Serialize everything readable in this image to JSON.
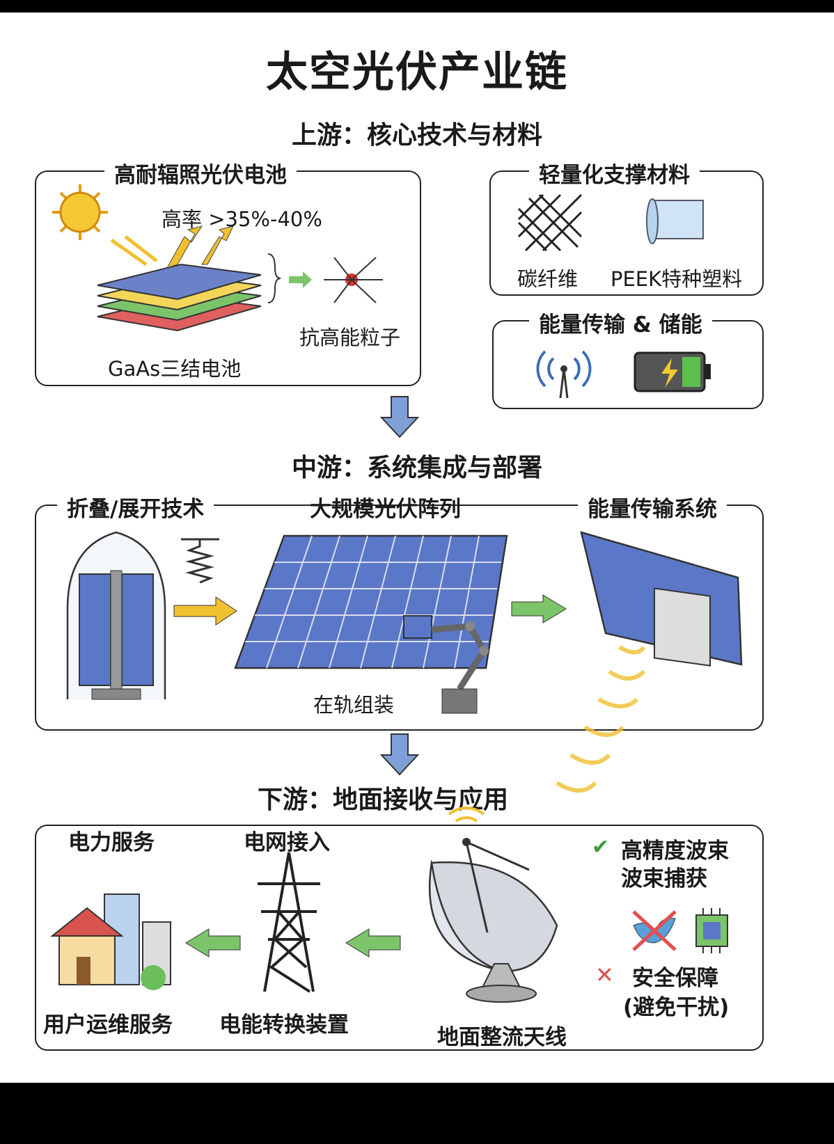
{
  "title": "太空光伏产业链",
  "upstream": {
    "heading": "上游：核心技术与材料",
    "cell": {
      "label": "高耐辐照光伏电池",
      "efficiency": "高率 >35%-40%",
      "cell_type": "GaAs三结电池",
      "radiation": "抗高能粒子"
    },
    "materials": {
      "label": "轻量化支撑材料",
      "items": [
        "碳纤维",
        "PEEK特种塑料"
      ]
    },
    "energy": {
      "label": "能量传输 & 储能"
    }
  },
  "midstream": {
    "heading": "中游：系统集成与部署",
    "items": [
      "折叠/展开技术",
      "大规模光伏阵列",
      "能量传输系统"
    ],
    "assembly": "在轨组装"
  },
  "downstream": {
    "heading": "下游：地面接收与应用",
    "power_service": "电力服务",
    "grid": "电网接入",
    "user_service": "用户运维服务",
    "converter": "电能转换装置",
    "antenna": "地面整流天线",
    "beam": [
      "高精度波束",
      "波束捕获"
    ],
    "security": [
      "安全保障",
      "(避免干扰)"
    ]
  },
  "colors": {
    "arrow_blue": "#7f9fd8",
    "arrow_green": "#7cc46a",
    "arrow_yellow": "#f0c030",
    "panel_blue": "#5b78c8"
  }
}
